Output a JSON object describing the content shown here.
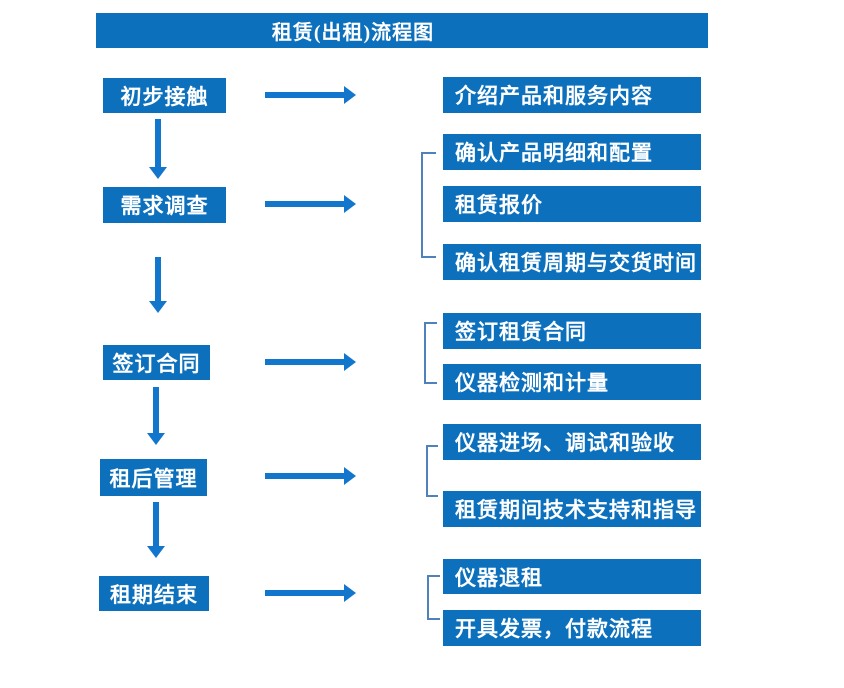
{
  "title": "租赁(出租)流程图",
  "colors": {
    "box_blue": "#0d70bd",
    "arrow_blue": "#1376cd",
    "bracket_blue": "#4f81bd",
    "text_white": "#ffffff",
    "background": "#ffffff"
  },
  "rows": [
    {
      "step": "初步接触",
      "details": [
        "介绍产品和服务内容"
      ]
    },
    {
      "step": "需求调查",
      "details": [
        "确认产品明细和配置",
        "租赁报价",
        "确认租赁周期与交货时间"
      ]
    },
    {
      "step": "签订合同",
      "details": [
        "签订租赁合同",
        "仪器检测和计量"
      ]
    },
    {
      "step": "租后管理",
      "details": [
        "仪器进场、调试和验收",
        "租赁期间技术支持和指导"
      ]
    },
    {
      "step": "租期结束",
      "details": [
        "仪器退租",
        "开具发票，付款流程"
      ]
    }
  ]
}
